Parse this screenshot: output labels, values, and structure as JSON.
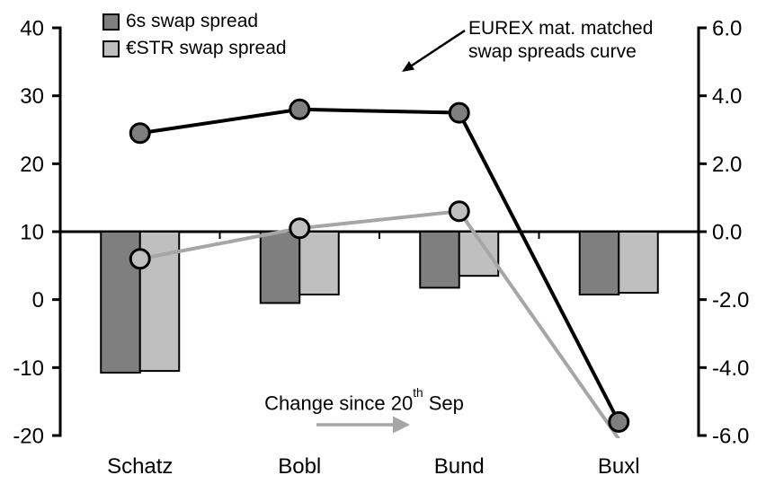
{
  "chart_data": {
    "type": "combo (clustered bar + line, dual y-axis)",
    "title": "",
    "categories": [
      "Schatz",
      "Bobl",
      "Bund",
      "Buxl"
    ],
    "left_axis": {
      "min": -20,
      "max": 40,
      "ticks": [
        40,
        30,
        20,
        10,
        0,
        -10,
        -20
      ],
      "labels": [
        "40",
        "30",
        "20",
        "10",
        "0",
        "-10",
        "-20"
      ]
    },
    "right_axis": {
      "min": -6,
      "max": 6,
      "ticks": [
        6,
        4,
        2,
        0,
        -2,
        -4,
        -6
      ],
      "labels": [
        "6.0",
        "4.0",
        "2.0",
        "0.0",
        "-2.0",
        "-4.0",
        "-6.0"
      ]
    },
    "legend": [
      {
        "label": "6s swap spread",
        "color": "#7f7f7f"
      },
      {
        "label": "€STR swap spread",
        "color": "#bfbfbf"
      }
    ],
    "bar_series": [
      {
        "name": "6s swap spread change",
        "axis": "right",
        "color": "#7f7f7f",
        "values": [
          -4.15,
          -2.1,
          -1.65,
          -1.85
        ]
      },
      {
        "name": "€STR swap spread change",
        "axis": "right",
        "color": "#bfbfbf",
        "values": [
          -4.1,
          -1.85,
          -1.3,
          -1.8
        ]
      }
    ],
    "line_series": [
      {
        "name": "€STR swap spread curve",
        "axis": "left",
        "color": "#a6a6a6",
        "marker_fill": "#bfbfbf",
        "values": [
          6,
          10.5,
          13,
          -20.5
        ],
        "markers": [
          true,
          true,
          true,
          false
        ]
      },
      {
        "name": "6s swap spread curve",
        "axis": "left",
        "color": "#000000",
        "marker_fill": "#7f7f7f",
        "values": [
          24.5,
          28,
          27.5,
          -18
        ],
        "markers": [
          true,
          true,
          true,
          true
        ]
      }
    ],
    "annotations": {
      "curve_label": {
        "line1": "EUREX mat. matched",
        "line2": "swap spreads curve"
      },
      "change_label": {
        "prefix": "Change since 20",
        "sup": "th",
        "suffix": " Sep"
      }
    },
    "colors": {
      "black": "#000000",
      "gray_line": "#a6a6a6",
      "dark_gray": "#7f7f7f",
      "light_gray": "#bfbfbf"
    }
  }
}
